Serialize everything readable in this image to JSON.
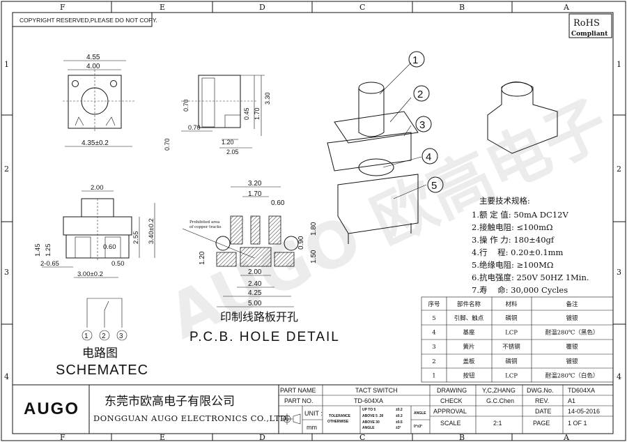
{
  "frame": {
    "columns": [
      "F",
      "E",
      "D",
      "C",
      "B",
      "A"
    ],
    "rows": [
      "1",
      "2",
      "3",
      "4"
    ],
    "copyright": "COPYRIGHT RESERVED,PLEASE DO NOT COPY.",
    "rohs": {
      "title": "RoHS",
      "subtitle": "Compliant"
    }
  },
  "top_view": {
    "dims": [
      "4.55",
      "4.00",
      "4.35±0.2"
    ]
  },
  "side_view": {
    "dims": [
      "0.70",
      "0.70",
      "0.70",
      "1.20",
      "2.05",
      "0.45",
      "1.70",
      "3.30"
    ]
  },
  "front_view": {
    "dims": [
      "2.00",
      "2.55",
      "3.40±0.2",
      "1.45",
      "1.25",
      "0.60",
      "0.50",
      "2-0.65",
      "3.00±0.2"
    ]
  },
  "pcb": {
    "dims": [
      "3.20",
      "1.70",
      "0.60",
      "1.80",
      "0.90",
      "1.50",
      "1.20",
      "2.00",
      "2.40",
      "4.25",
      "5.00"
    ],
    "note_line1": "Prohibited area",
    "note_line2": "of copper tracks",
    "title_cn": "印制线路板开孔",
    "title_en": "P.C.B. HOLE DETAIL"
  },
  "schematic": {
    "pins": [
      "1",
      "2",
      "3"
    ],
    "title_cn": "电路图",
    "title_en": "SCHEMATEC"
  },
  "callouts": [
    "1",
    "2",
    "3",
    "4",
    "5"
  ],
  "watermark": "AUGO 欧高电子",
  "specs": {
    "title": "主要技术规格:",
    "items": [
      "1.额 定 值: 50mA DC12V",
      "2.接触电阻: ≤100mΩ",
      "3.操 作 力: 180±40gf",
      "4.行    程: 0.20±0.1mm",
      "5.绝缘电阻: ≥100MΩ",
      "6.抗电强度: 250V 50HZ 1Min.",
      "7.寿    命: 30,000 Cycles"
    ]
  },
  "parts_table": {
    "headers": [
      "序号",
      "部件名称",
      "材料",
      "备注"
    ],
    "rows": [
      [
        "5",
        "引脚、触点",
        "磷铜",
        "镀银"
      ],
      [
        "4",
        "基座",
        "LCP",
        "耐温280℃（黑色）"
      ],
      [
        "3",
        "簧片",
        "不锈钢",
        "覆银"
      ],
      [
        "2",
        "盖板",
        "磷铜",
        "镀银"
      ],
      [
        "1",
        "按钮",
        "LCP",
        "耐温280℃（白色）"
      ]
    ]
  },
  "title_block": {
    "logo": "AUGO",
    "company_cn": "东莞市欧高电子有限公司",
    "company_en": "DONGGUAN AUGO ELECTRONICS CO.,LTD.",
    "part_name_label": "PART NAME",
    "part_name": "TACT SWITCH",
    "part_no_label": "PART NO.",
    "part_no": "TD-604XA",
    "unit_label": "UNIT :",
    "unit": "mm",
    "tolerance_label1": "TOLERANCE",
    "tolerance_label2": "OTHERWISE",
    "tol_rows": [
      [
        "UP TO 5",
        "±0.2"
      ],
      [
        "ABOVE 5 .30",
        "±0.3"
      ],
      [
        "ABOVE 30",
        "±0.5"
      ],
      [
        "ANGLE",
        "±3°"
      ]
    ],
    "angle_label": "ANGLE",
    "angle_value": "0°±3°",
    "drawing_label": "DRAWING",
    "drawing": "Y,C,ZHANG",
    "check_label": "CHECK",
    "check": "G.C.Chen",
    "approval_label": "APPROVAL",
    "approval": "",
    "scale_label": "SCALE",
    "scale": "2:1",
    "dwg_no_label": "DWG.No.",
    "dwg_no": "TD604XA",
    "rev_label": "REV.",
    "rev": "A1",
    "date_label": "DATE",
    "date": "14-05-2016",
    "page_label": "PAGE",
    "page": "1 OF 1"
  }
}
